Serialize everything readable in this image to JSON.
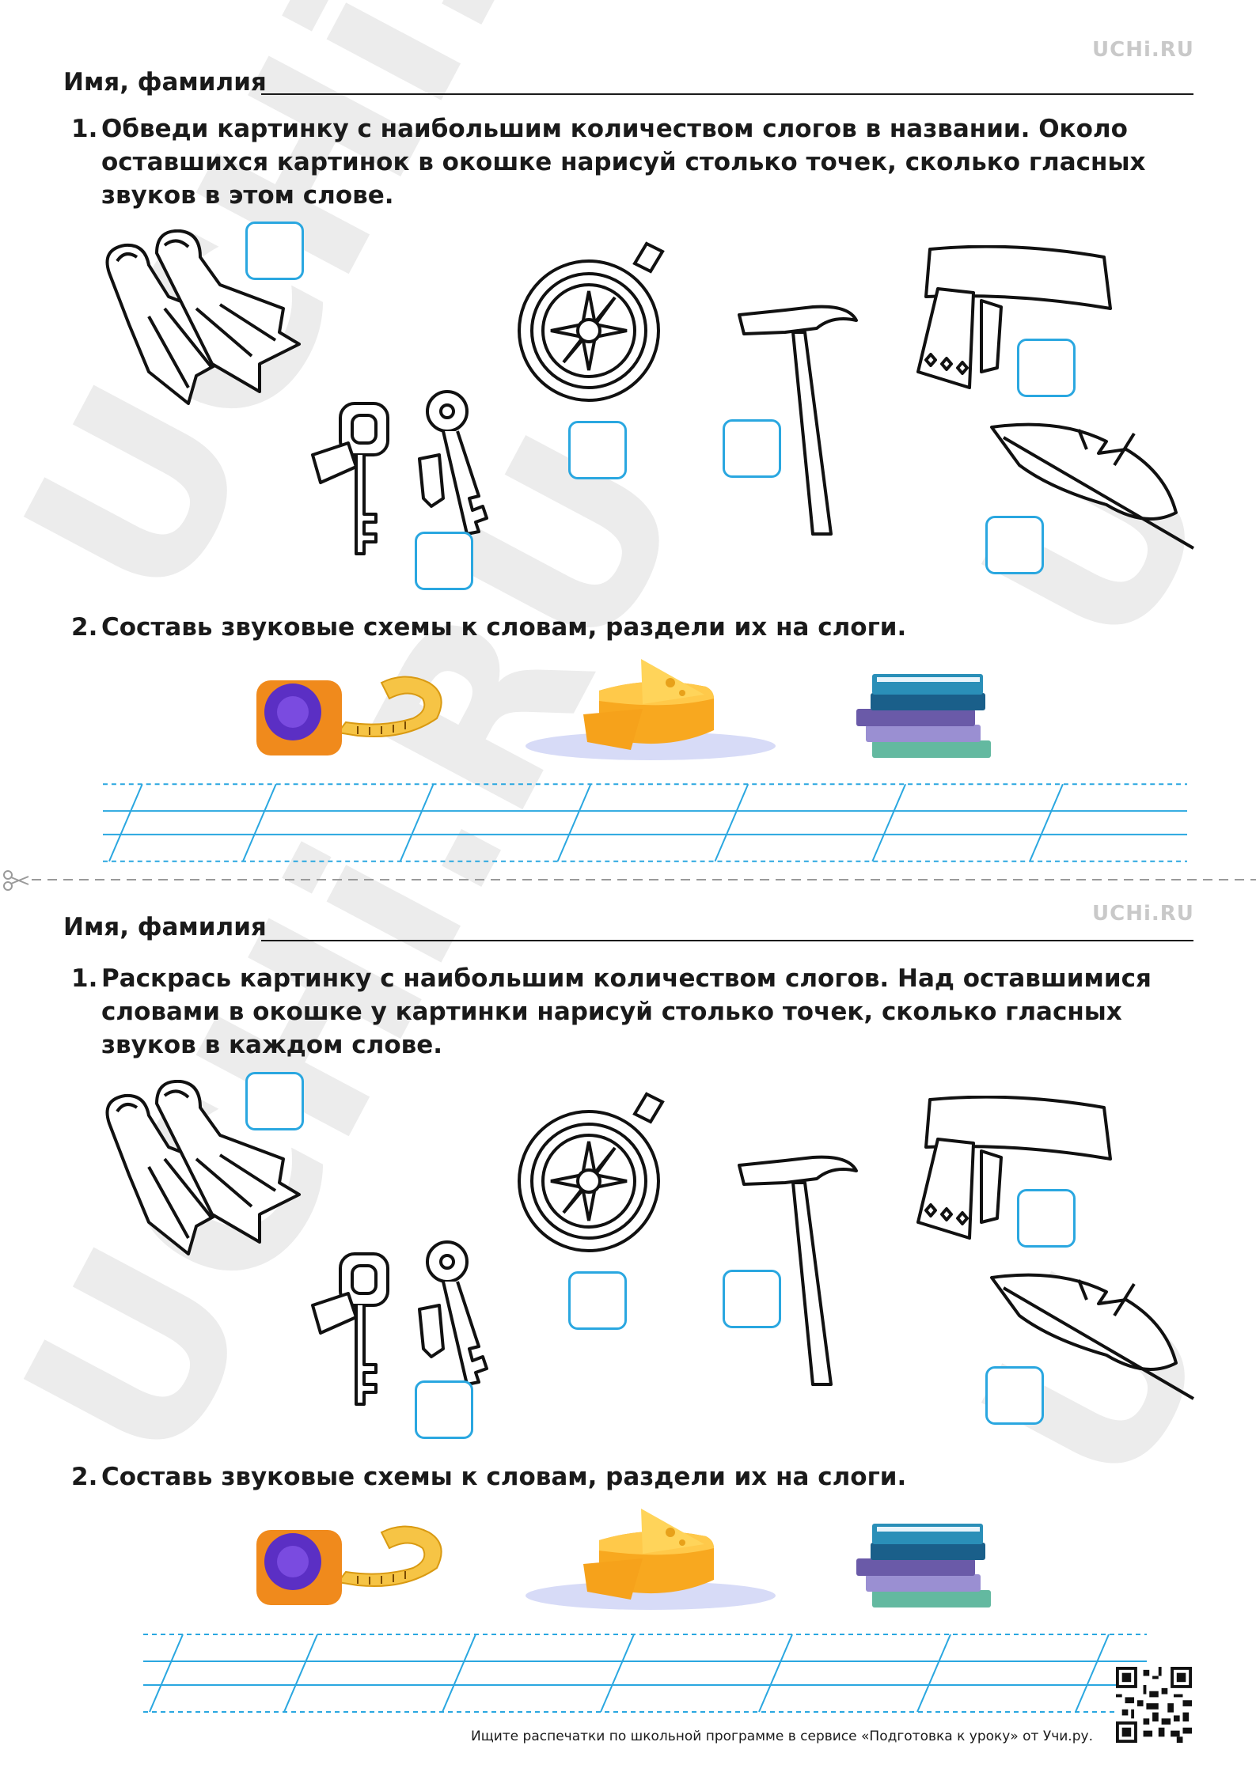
{
  "brand": {
    "logo_text": "UCHi.RU",
    "watermark_text": "UCHi.RU",
    "accent": "#2aa7e0"
  },
  "top": {
    "name_label": "Имя, фамилия",
    "task1_number": "1.",
    "task1_text": "Обведи картинку с наибольшим количеством слогов в названии. Около оставшихся картинок в окошке нарисуй столько точек, сколько гласных звуков в этом слове.",
    "task2_number": "2.",
    "task2_text": "Составь звуковые схемы к словам, раздели их на слоги."
  },
  "bottom": {
    "name_label": "Имя, фамилия",
    "task1_number": "1.",
    "task1_text": "Раскрась картинку с наибольшим количеством слогов. Над оставшимися словами в окошке у картинки нарисуй столько точек, сколько гласных звуков в каждом слове.",
    "task2_number": "2.",
    "task2_text": "Составь звуковые схемы к словам, раздели их на слоги."
  },
  "pictures": [
    "flippers-icon",
    "keys-icon",
    "compass-icon",
    "hammer-icon",
    "scarf-icon",
    "feather-icon",
    "tape-measure-icon",
    "cheese-icon",
    "books-icon"
  ],
  "footer": {
    "text": "Ищите распечатки по школьной программе в сервисе «Подготовка к уроку» от Учи.ру."
  }
}
